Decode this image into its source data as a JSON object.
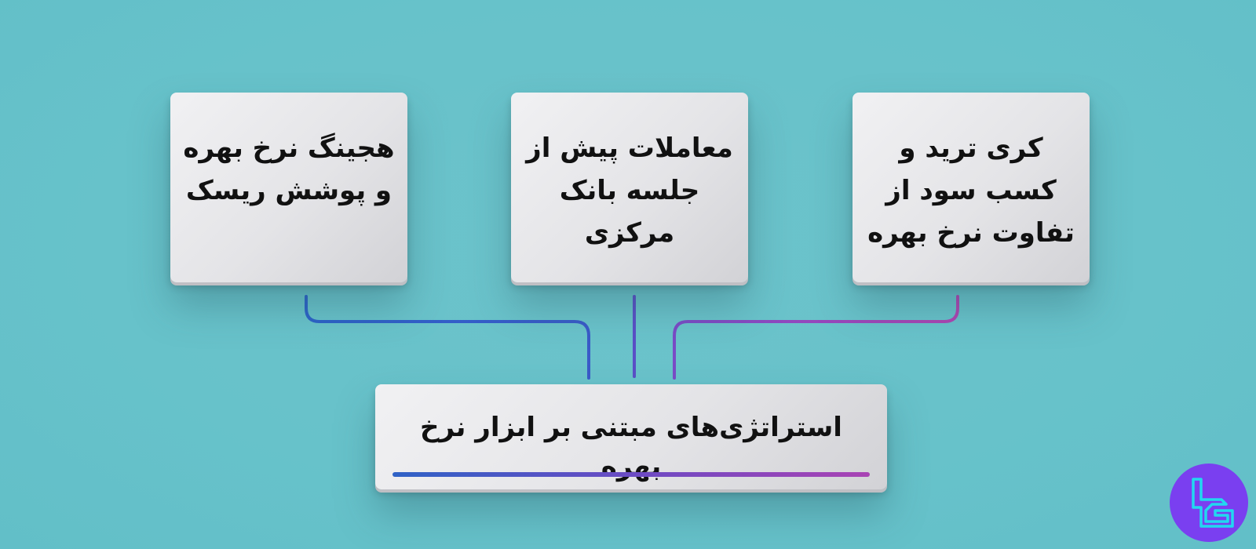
{
  "diagram": {
    "top_boxes": [
      {
        "key": "hedging",
        "label": "هجینگ نرخ بهره و پوشش ریسک"
      },
      {
        "key": "central_bank",
        "label": "معاملات پیش از جلسه بانک مرکزی"
      },
      {
        "key": "carry_trade",
        "label": "کری ترید و کسب سود از تفاوت نرخ بهره"
      }
    ],
    "center_box": {
      "label": "استراتژی‌های مبتنی بر ابزار نرخ بهره"
    }
  },
  "colors": {
    "background": "#67c2ca",
    "box": "#e6e6e9",
    "connector_left": "#2f62c6",
    "connector_middle": "#5a4fc6",
    "connector_right": "#a943b4",
    "logo_bg": "#7a3ff0",
    "logo_stroke": "#21d8f0"
  },
  "logo": {
    "icon": "brand-logo-icon"
  }
}
